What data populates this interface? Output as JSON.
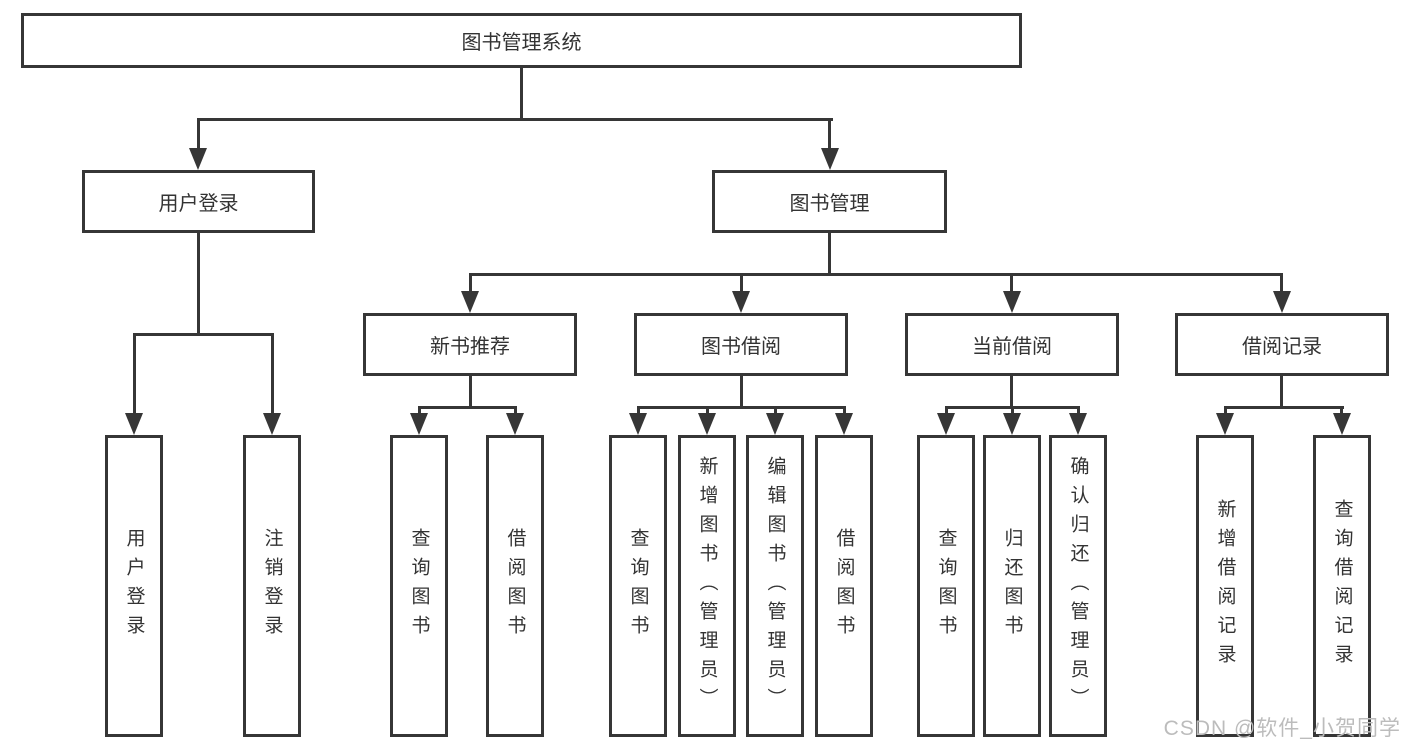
{
  "nodes": {
    "root": "图书管理系统",
    "branches": [
      "用户登录",
      "图书管理"
    ],
    "modules": [
      "新书推荐",
      "图书借阅",
      "当前借阅",
      "借阅记录"
    ],
    "leaf_groups": [
      {
        "parent": "用户登录",
        "items": [
          "用户登录",
          "注销登录"
        ]
      },
      {
        "parent": "新书推荐",
        "items": [
          "查询图书",
          "借阅图书"
        ]
      },
      {
        "parent": "图书借阅",
        "items": [
          "查询图书",
          "新增图书（管理员）",
          "编辑图书（管理员）",
          "借阅图书"
        ]
      },
      {
        "parent": "当前借阅",
        "items": [
          "查询图书",
          "归还图书",
          "确认归还（管理员）"
        ]
      },
      {
        "parent": "借阅记录",
        "items": [
          "新增借阅记录",
          "查询借阅记录"
        ]
      }
    ]
  },
  "watermark": "CSDN @软件_小贺同学",
  "colors": {
    "line": "#363636",
    "text": "#333333",
    "watermark": "#bcbcbc",
    "background": "#ffffff"
  }
}
